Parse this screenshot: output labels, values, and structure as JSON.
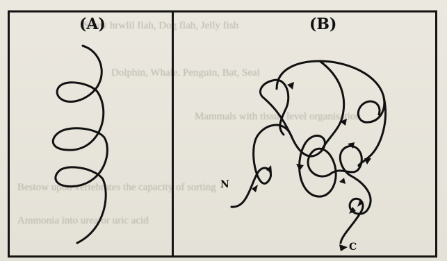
{
  "panels": [
    {
      "label": "(A)"
    },
    {
      "label": "(B)",
      "start_label": "N",
      "end_label": "C"
    }
  ],
  "colors": {
    "ink": "#111111",
    "paper": "#e9e6dd",
    "bleed_text": "#b9b5aa"
  },
  "background_text": [
    "Show       hrwlil  flah,  Dog  flah,  Jelly fish",
    "Dolphin,  Whale.  Penguin,  Bat,  Seal",
    "Mammals  with  tissue  level  organisation",
    "Bestow  upon  vertebrates  the  capacity  of  sorting",
    "Ammonia  into  urea  or  uric  acid"
  ]
}
